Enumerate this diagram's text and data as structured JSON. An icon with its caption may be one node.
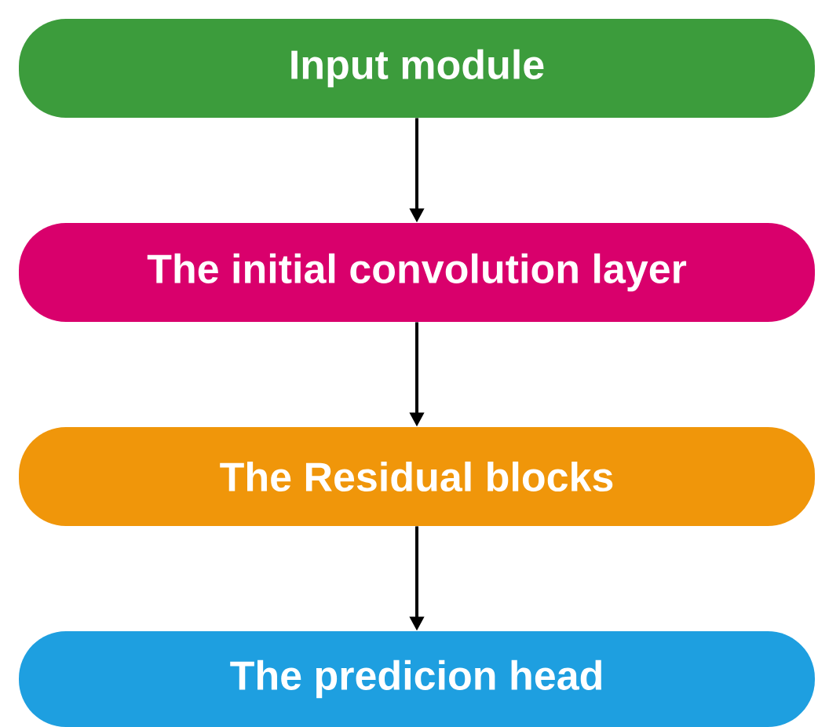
{
  "diagram": {
    "nodes": [
      {
        "text": [
          "Input module"
        ]
      },
      {
        "text": [
          "The initial convolution layer"
        ]
      },
      {
        "text": [
          "The Residual blocks"
        ]
      },
      {
        "text": [
          "The predicion head"
        ]
      }
    ],
    "edges": [
      {
        "from": 0,
        "to": 1,
        "arrow": "to"
      },
      {
        "from": 1,
        "to": 2,
        "arrow": "to"
      },
      {
        "from": 2,
        "to": 3,
        "arrow": "to"
      }
    ]
  }
}
